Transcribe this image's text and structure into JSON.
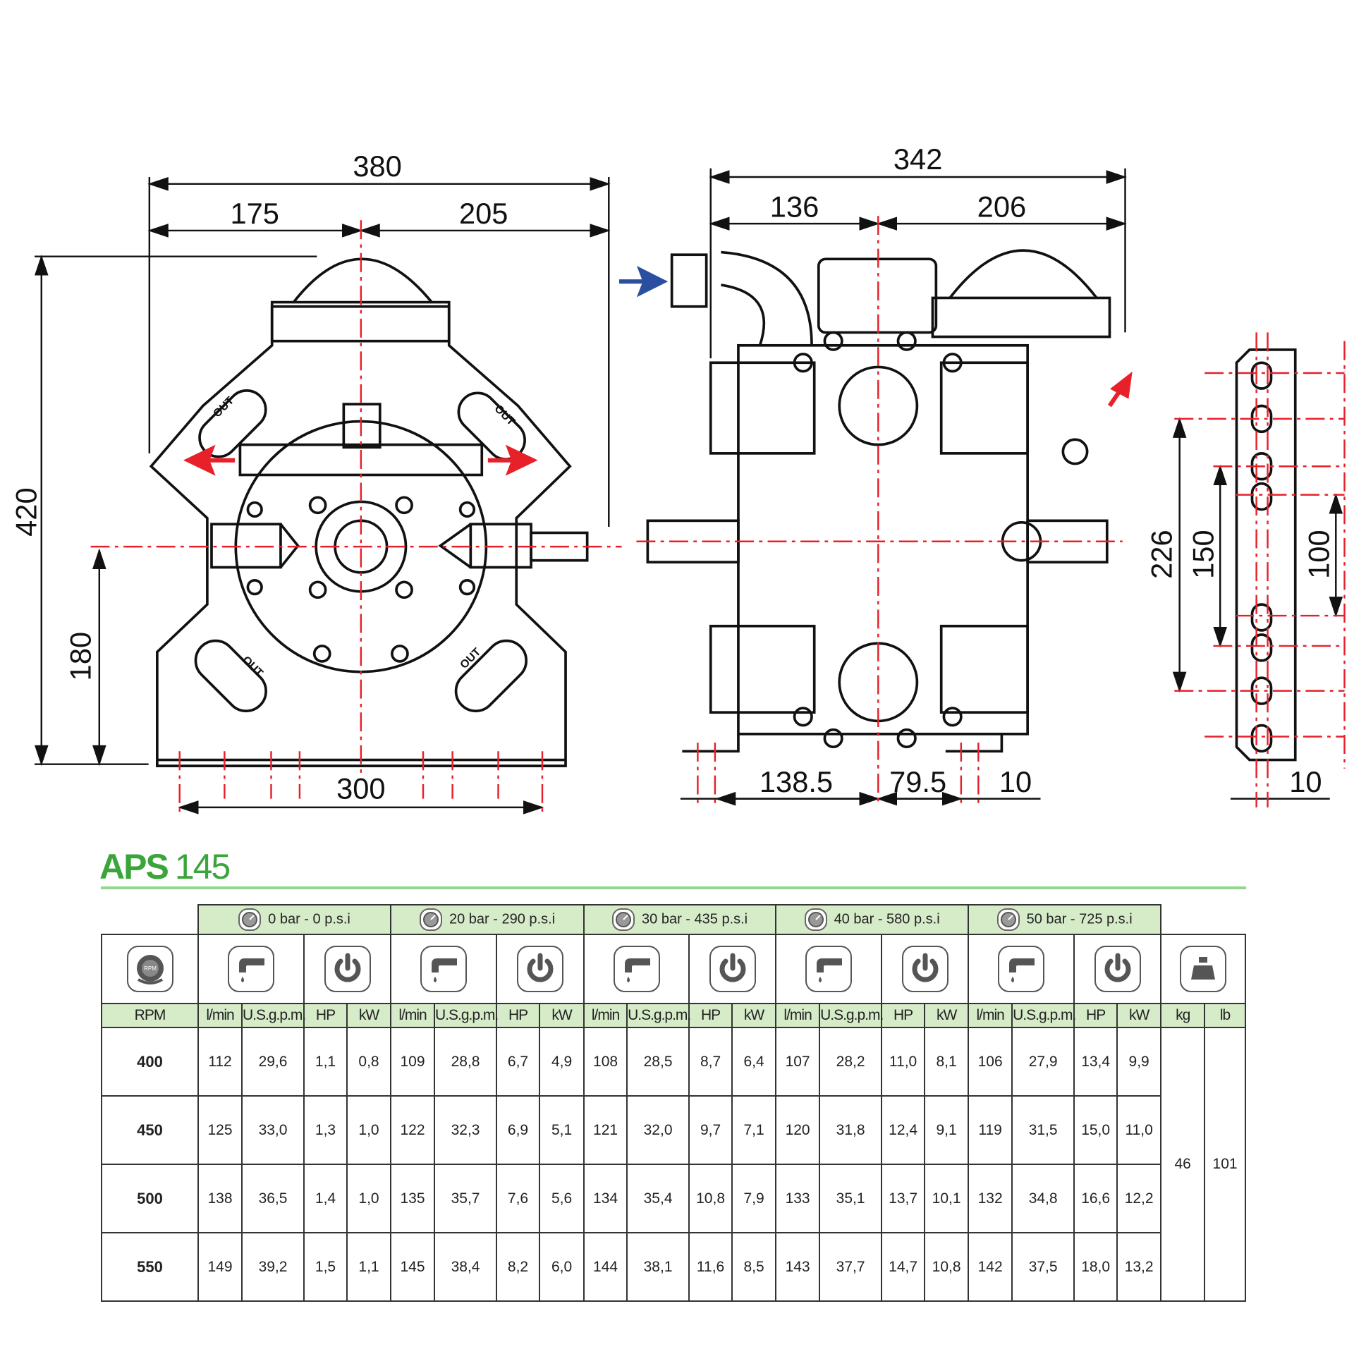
{
  "drawing": {
    "front_view": {
      "overall_width": "380",
      "left_offset": "175",
      "right_offset": "205",
      "overall_height": "420",
      "shaft_height": "180",
      "base_mount": "300",
      "port_label": "OUT"
    },
    "side_view": {
      "overall_width": "342",
      "left_offset": "136",
      "right_offset": "206",
      "base_left": "138.5",
      "base_right": "79.5",
      "base_slot": "10"
    },
    "bracket_view": {
      "outer": "226",
      "middle": "150",
      "inner": "100",
      "slot": "10"
    },
    "colors": {
      "centerline": "#e8202a",
      "inlet_arrow": "#2b4fa0",
      "outlet_arrow": "#e8202a"
    }
  },
  "model": {
    "brand": "APS",
    "number": "145"
  },
  "table": {
    "pressure_groups": [
      "0 bar - 0 p.s.i",
      "20 bar - 290 p.s.i",
      "30 bar - 435 p.s.i",
      "40 bar - 580 p.s.i",
      "50 bar - 725 p.s.i"
    ],
    "units": {
      "rpm": "RPM",
      "flow_l": "l/min",
      "flow_us": "U.S.g.p.m.",
      "hp": "HP",
      "kw": "kW",
      "kg": "kg",
      "lb": "lb"
    },
    "rows": [
      {
        "rpm": "400",
        "groups": [
          [
            "112",
            "29,6",
            "1,1",
            "0,8"
          ],
          [
            "109",
            "28,8",
            "6,7",
            "4,9"
          ],
          [
            "108",
            "28,5",
            "8,7",
            "6,4"
          ],
          [
            "107",
            "28,2",
            "11,0",
            "8,1"
          ],
          [
            "106",
            "27,9",
            "13,4",
            "9,9"
          ]
        ]
      },
      {
        "rpm": "450",
        "groups": [
          [
            "125",
            "33,0",
            "1,3",
            "1,0"
          ],
          [
            "122",
            "32,3",
            "6,9",
            "5,1"
          ],
          [
            "121",
            "32,0",
            "9,7",
            "7,1"
          ],
          [
            "120",
            "31,8",
            "12,4",
            "9,1"
          ],
          [
            "119",
            "31,5",
            "15,0",
            "11,0"
          ]
        ]
      },
      {
        "rpm": "500",
        "groups": [
          [
            "138",
            "36,5",
            "1,4",
            "1,0"
          ],
          [
            "135",
            "35,7",
            "7,6",
            "5,6"
          ],
          [
            "134",
            "35,4",
            "10,8",
            "7,9"
          ],
          [
            "133",
            "35,1",
            "13,7",
            "10,1"
          ],
          [
            "132",
            "34,8",
            "16,6",
            "12,2"
          ]
        ]
      },
      {
        "rpm": "550",
        "groups": [
          [
            "149",
            "39,2",
            "1,5",
            "1,1"
          ],
          [
            "145",
            "38,4",
            "8,2",
            "6,0"
          ],
          [
            "144",
            "38,1",
            "11,6",
            "8,5"
          ],
          [
            "143",
            "37,7",
            "14,7",
            "10,8"
          ],
          [
            "142",
            "37,5",
            "18,0",
            "13,2"
          ]
        ]
      }
    ],
    "weight": {
      "kg": "46",
      "lb": "101"
    },
    "header_color": "#d6ecc9",
    "icons": {
      "rpm": "rpm-icon",
      "flow": "faucet-icon",
      "power": "power-icon",
      "weight": "weight-icon",
      "pressure": "pressure-gauge-icon"
    }
  }
}
